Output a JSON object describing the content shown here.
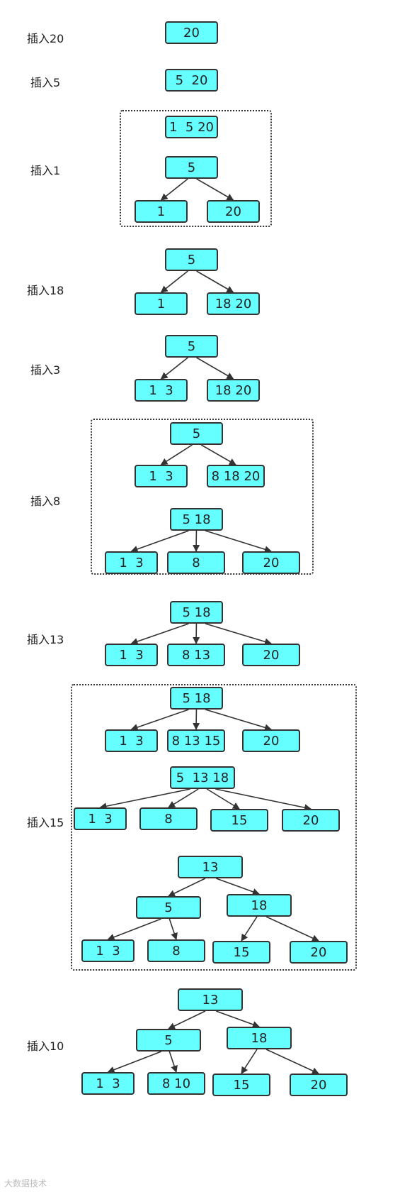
{
  "colors": {
    "node_fill": "#66ffff",
    "node_border": "#333333",
    "edge": "#333333"
  },
  "steps": [
    {
      "label": "插入20",
      "nodes": [
        "20"
      ]
    },
    {
      "label": "插入5",
      "nodes": [
        "5  20"
      ]
    },
    {
      "label": "插入1",
      "nodes": [
        "1  5 20",
        "5",
        "1",
        "20"
      ]
    },
    {
      "label": "插入18",
      "nodes": [
        "5",
        "1",
        "18 20"
      ]
    },
    {
      "label": "插入3",
      "nodes": [
        "5",
        "1  3",
        "18 20"
      ]
    },
    {
      "label": "插入8",
      "nodes": [
        "5",
        "1  3",
        "8 18 20",
        "5 18",
        "1  3",
        "8",
        "20"
      ]
    },
    {
      "label": "插入13",
      "nodes": [
        "5 18",
        "1  3",
        "8 13",
        "20"
      ]
    },
    {
      "label": "插入15",
      "nodes": [
        "5 18",
        "1  3",
        "8 13 15",
        "20",
        "5  13 18",
        "1  3",
        "8",
        "15",
        "20",
        "13",
        "5",
        "18",
        "1  3",
        "8",
        "15",
        "20"
      ]
    },
    {
      "label": "插入10",
      "nodes": [
        "13",
        "5",
        "18",
        "1  3",
        "8 10",
        "15",
        "20"
      ]
    }
  ],
  "watermark": "大数据技术"
}
